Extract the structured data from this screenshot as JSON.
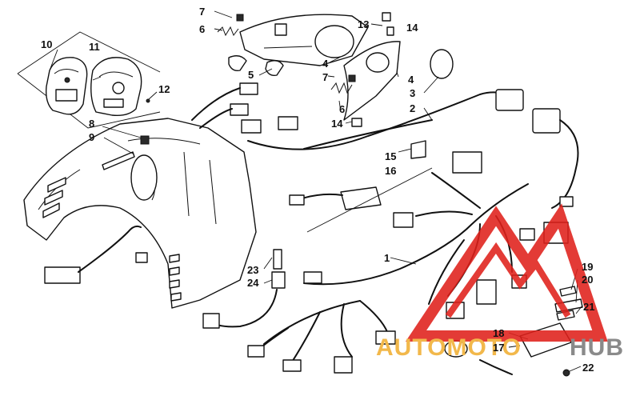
{
  "callouts": {
    "c1": "1",
    "c2": "2",
    "c3": "3",
    "c4a": "4",
    "c4b": "4",
    "c5": "5",
    "c6a": "6",
    "c6b": "6",
    "c7a": "7",
    "c7b": "7",
    "c8": "8",
    "c9": "9",
    "c10": "10",
    "c11": "11",
    "c12": "12",
    "c13": "13",
    "c14a": "14",
    "c14b": "14",
    "c15": "15",
    "c16": "16",
    "c17": "17",
    "c18": "18",
    "c19": "19",
    "c20": "20",
    "c21": "21",
    "c22": "22",
    "c23": "23",
    "c24": "24"
  },
  "watermark": {
    "word_left": "AUTOMOTO",
    "word_right": "HUB",
    "color_left": "#f2b84b",
    "color_right": "#8a8a8a",
    "logo_color": "#e0201b"
  }
}
